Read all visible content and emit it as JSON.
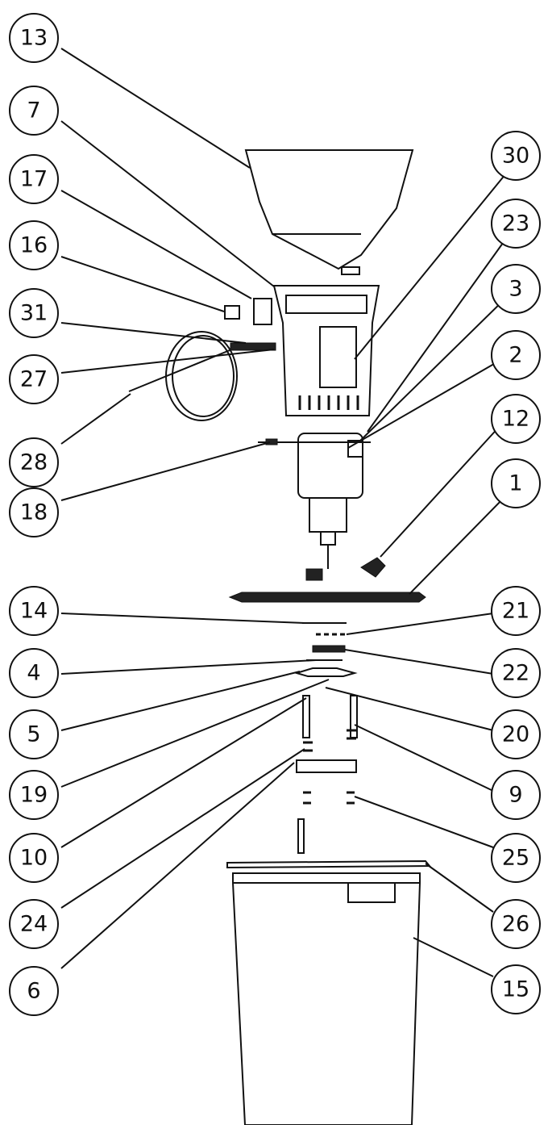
{
  "callouts": {
    "13": "13",
    "7": "7",
    "17": "17",
    "16": "16",
    "31": "31",
    "27": "27",
    "28": "28",
    "18": "18",
    "14": "14",
    "4": "4",
    "5": "5",
    "19": "19",
    "10": "10",
    "24": "24",
    "6": "6",
    "30": "30",
    "23": "23",
    "3": "3",
    "2": "2",
    "12": "12",
    "1": "1",
    "21": "21",
    "22": "22",
    "20": "20",
    "9": "9",
    "25": "25",
    "26": "26",
    "15": "15"
  },
  "colors": {
    "line": "#111111",
    "fill": "#ffffff",
    "dark_part": "#222222"
  }
}
